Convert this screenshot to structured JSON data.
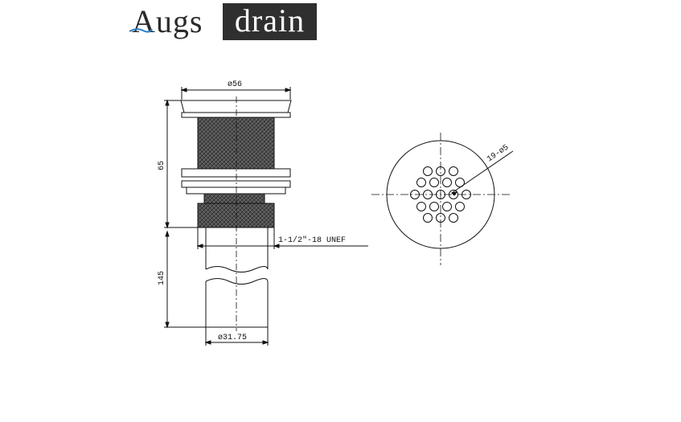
{
  "brand": {
    "part1": "Augs",
    "part2": "drain"
  },
  "dimensions": {
    "flange_diameter": "ø56",
    "height_body": "65",
    "thread": "1-1/2\"-18 UNEF",
    "tail_length": "145",
    "tail_diameter": "ø31.75",
    "holes": "19-ø5"
  },
  "colors": {
    "line": "#111111",
    "logo_bg": "#2f2f2f",
    "accent": "#2a7fc9"
  }
}
